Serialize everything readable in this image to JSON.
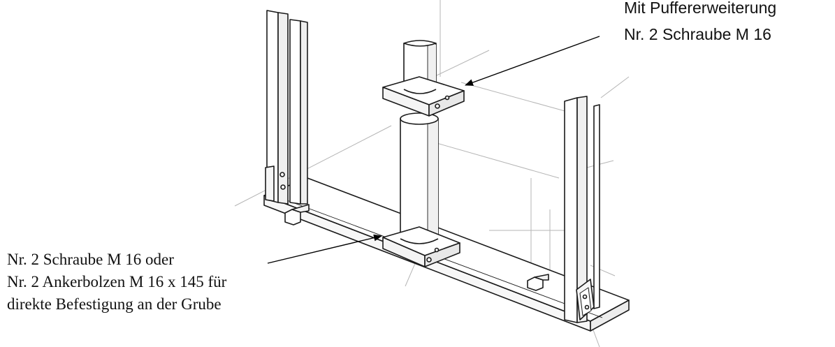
{
  "callouts": {
    "top": {
      "line1": "Mit Puffererweiterung",
      "line2": "Nr. 2 Schraube M 16"
    },
    "bottom": {
      "line1": "Nr. 2 Schraube M 16 oder",
      "line2": "Nr. 2 Ankerbolzen M 16 x 145 für",
      "line3": "direkte Befestigung an der Grube"
    }
  },
  "colors": {
    "ink": "#1a1a1a",
    "guide": "#b0b0b0"
  }
}
